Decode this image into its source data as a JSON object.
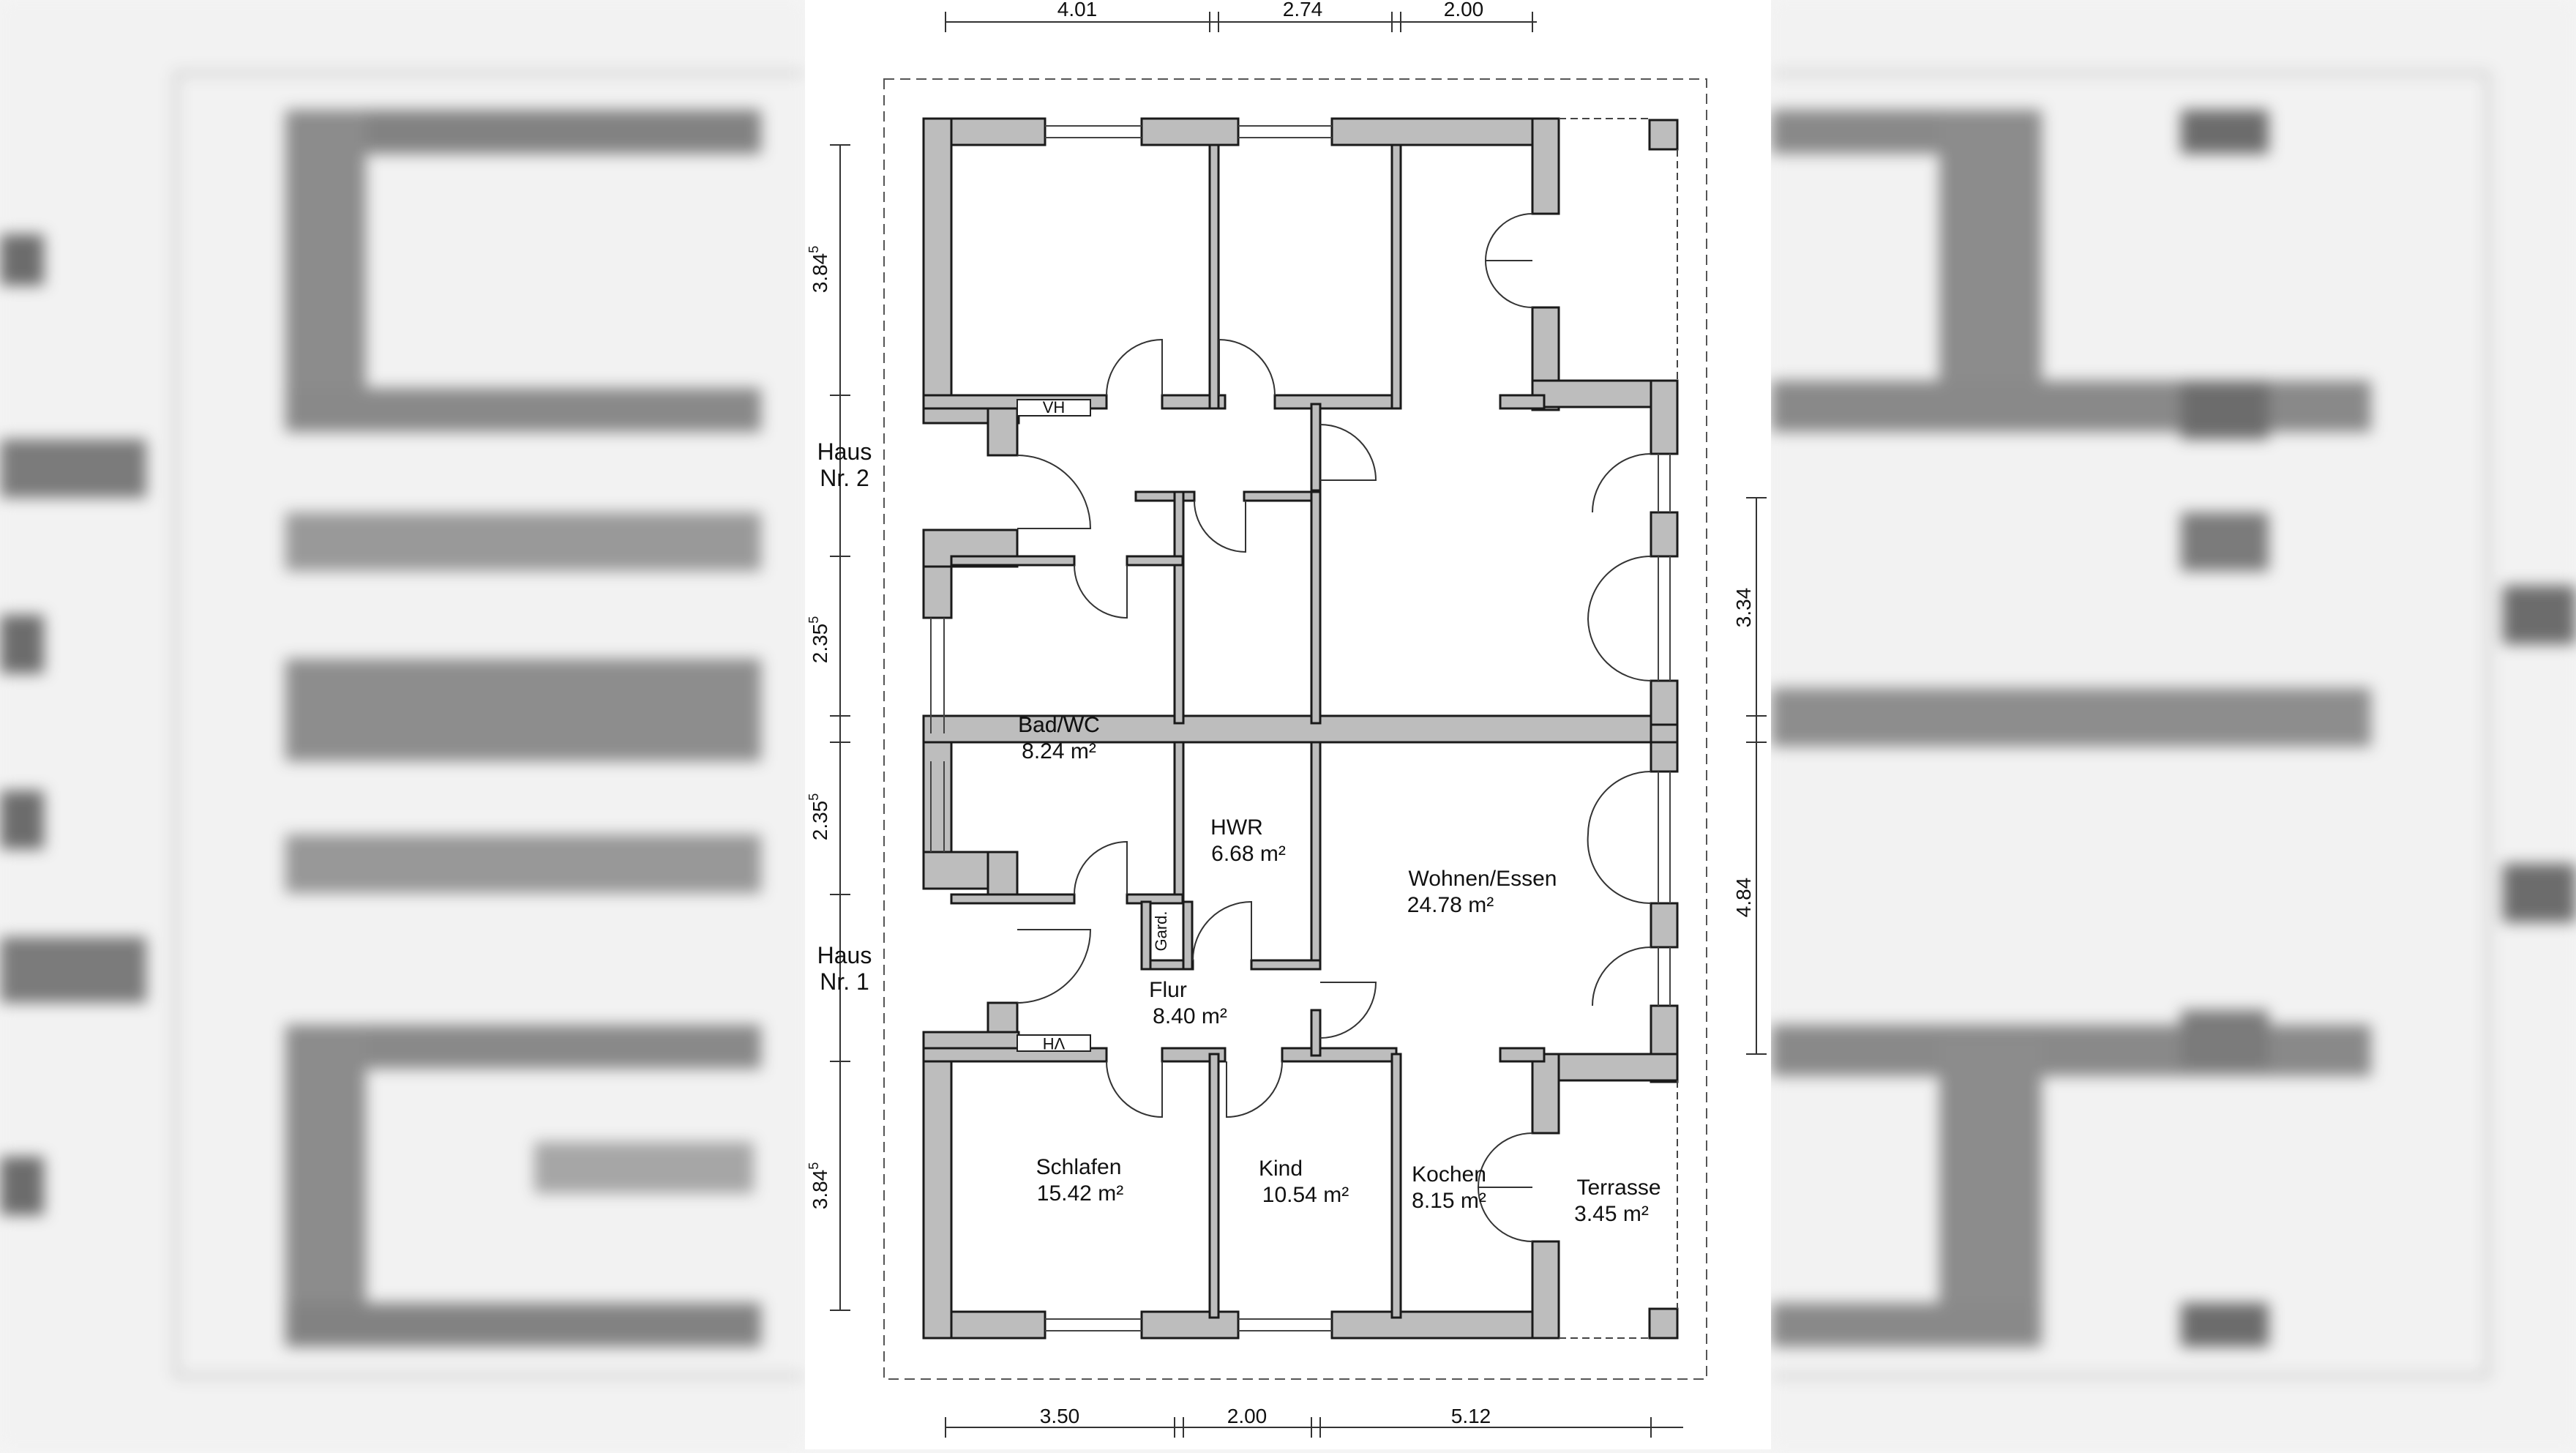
{
  "dimensions": {
    "top": [
      "4.01",
      "2.74",
      "2.00"
    ],
    "bottom": [
      "3.50",
      "2.00",
      "5.12"
    ],
    "left": [
      {
        "main": "3.84",
        "sup": "5"
      },
      {
        "main": "2.35",
        "sup": "5"
      },
      {
        "main": "2.35",
        "sup": "5"
      },
      {
        "main": "3.84",
        "sup": "5"
      }
    ],
    "right": [
      "3.34",
      "4.84"
    ]
  },
  "houses": [
    {
      "line1": "Haus",
      "line2": "Nr. 2"
    },
    {
      "line1": "Haus",
      "line2": "Nr. 1"
    }
  ],
  "rooms": {
    "bad": {
      "name": "Bad/WC",
      "area": "8.24 m²"
    },
    "hwr": {
      "name": "HWR",
      "area": "6.68 m²"
    },
    "wohnen": {
      "name": "Wohnen/Essen",
      "area": "24.78 m²"
    },
    "flur": {
      "name": "Flur",
      "area": "8.40 m²"
    },
    "schlafen": {
      "name": "Schlafen",
      "area": "15.42 m²"
    },
    "kind": {
      "name": "Kind",
      "area": "10.54 m²"
    },
    "kochen": {
      "name": "Kochen",
      "area": "8.15 m²"
    },
    "terrasse": {
      "name": "Terrasse",
      "area": "3.45 m²"
    }
  },
  "labels": {
    "vh_top": "VH",
    "vh_bottom": "VH",
    "gard": "Gard."
  },
  "colors": {
    "wall_fill": "#bdbdbd",
    "wall_stroke": "#1a1a1a",
    "line": "#333333"
  }
}
